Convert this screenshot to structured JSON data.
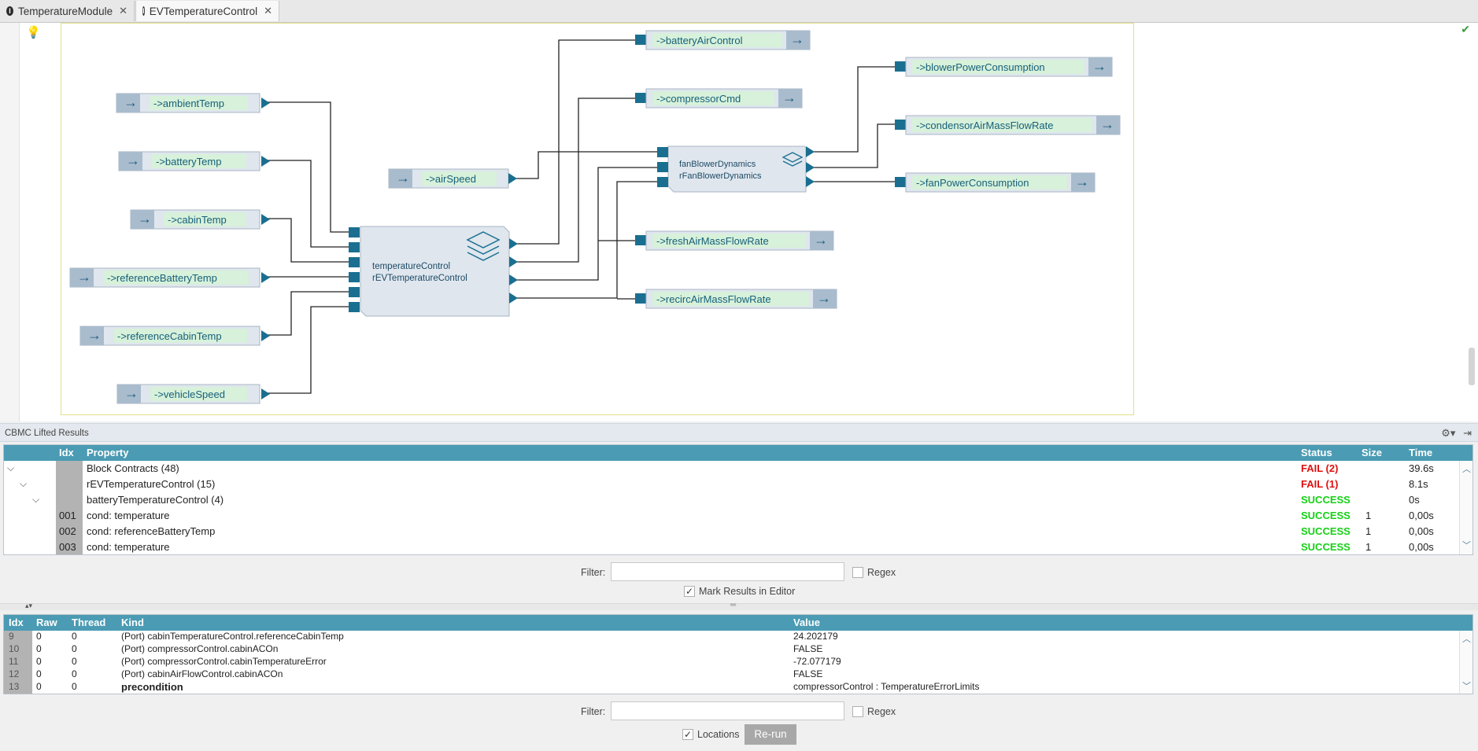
{
  "tabs": [
    {
      "label": "TemperatureModule"
    },
    {
      "label": "EVTemperatureControl"
    }
  ],
  "diagram": {
    "inputs": [
      "->ambientTemp",
      "->batteryTemp",
      "->cabinTemp",
      "->referenceBatteryTemp",
      "->referenceCabinTemp",
      "->vehicleSpeed",
      "->airSpeed"
    ],
    "outputs": [
      "->batteryAirControl",
      "->compressorCmd",
      "->freshAirMassFlowRate",
      "->recircAirMassFlowRate",
      "->blowerPowerConsumption",
      "->condensorAirMassFlowRate",
      "->fanPowerConsumption"
    ],
    "blocks": [
      {
        "line1": "temperatureControl",
        "line2": "rEVTemperatureControl"
      },
      {
        "line1": "fanBlowerDynamics",
        "line2": "rFanBlowerDynamics"
      }
    ]
  },
  "results_panel": {
    "title": "CBMC Lifted Results"
  },
  "results_table": {
    "columns": {
      "idx": "Idx",
      "property": "Property",
      "status": "Status",
      "size": "Size",
      "time": "Time"
    },
    "rows": [
      {
        "idx": "",
        "property": "Block Contracts (48)",
        "status": "FAIL (2)",
        "size": "",
        "time": "39.6s",
        "status_kind": "fail"
      },
      {
        "idx": "",
        "property": "rEVTemperatureControl (15)",
        "status": "FAIL (1)",
        "size": "",
        "time": "8.1s",
        "status_kind": "fail"
      },
      {
        "idx": "",
        "property": "batteryTemperatureControl (4)",
        "status": "SUCCESS",
        "size": "",
        "time": "0s",
        "status_kind": "success"
      },
      {
        "idx": "001",
        "property": "cond: temperature",
        "status": "SUCCESS",
        "size": "1",
        "time": "0,00s",
        "status_kind": "success"
      },
      {
        "idx": "002",
        "property": "cond: referenceBatteryTemp",
        "status": "SUCCESS",
        "size": "1",
        "time": "0,00s",
        "status_kind": "success"
      },
      {
        "idx": "003",
        "property": "cond: temperature",
        "status": "SUCCESS",
        "size": "1",
        "time": "0,00s",
        "status_kind": "success"
      }
    ],
    "filter_label": "Filter:",
    "regex_label": "Regex",
    "mark_label": "Mark Results in Editor"
  },
  "trace_table": {
    "columns": {
      "idx": "Idx",
      "raw": "Raw",
      "thread": "Thread",
      "kind": "Kind",
      "value": "Value"
    },
    "rows": [
      {
        "idx": "9",
        "raw": "0",
        "thread": "0",
        "kind": "(Port) cabinTemperatureControl.referenceCabinTemp",
        "value": "24.202179"
      },
      {
        "idx": "10",
        "raw": "0",
        "thread": "0",
        "kind": "(Port) compressorControl.cabinACOn",
        "value": "FALSE"
      },
      {
        "idx": "11",
        "raw": "0",
        "thread": "0",
        "kind": "(Port) compressorControl.cabinTemperatureError",
        "value": "-72.077179"
      },
      {
        "idx": "12",
        "raw": "0",
        "thread": "0",
        "kind": "(Port) cabinAirFlowControl.cabinACOn",
        "value": "FALSE"
      },
      {
        "idx": "13",
        "raw": "0",
        "thread": "0",
        "kind": "precondition",
        "value": "compressorControl : TemperatureErrorLimits"
      }
    ],
    "filter_label": "Filter:",
    "regex_label": "Regex",
    "locations_label": "Locations",
    "rerun_label": "Re-run"
  }
}
